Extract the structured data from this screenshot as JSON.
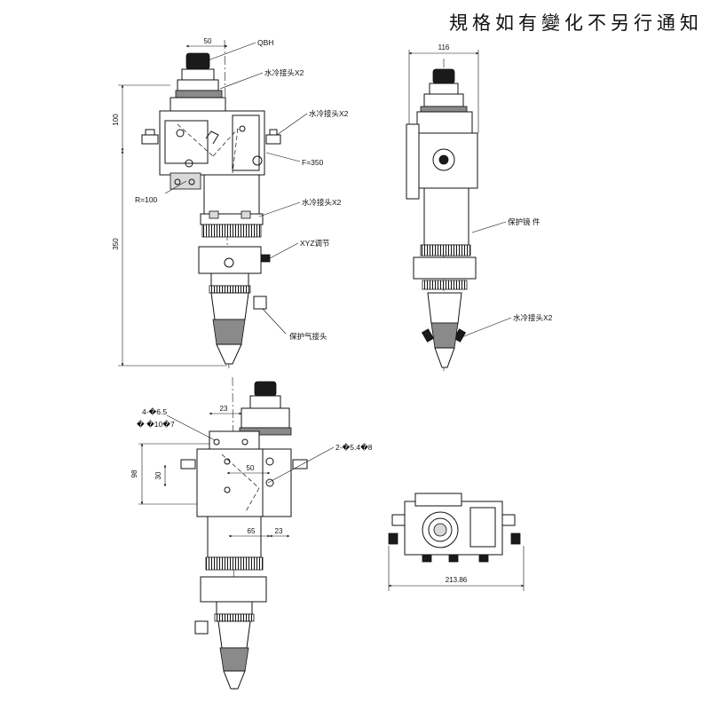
{
  "notice": "規格如有變化不另行通知",
  "view_front": {
    "dims": {
      "width_top": "50",
      "height_top": "100",
      "height_total": "350"
    },
    "labels": {
      "qbh": "QBH",
      "water_1": "水冷接头X2",
      "water_2": "水冷接头X2",
      "focal": "F=350",
      "radius": "R=100",
      "water_3": "水冷接头X2",
      "xyz": "XYZ调节",
      "gas": "保护气接头"
    }
  },
  "view_side": {
    "dims": {
      "width": "116"
    },
    "labels": {
      "mirror": "保护镜 件",
      "water": "水冷接头X2"
    }
  },
  "view_mount": {
    "dims": {
      "d_23_top": "23",
      "d_98": "98",
      "d_30": "30",
      "d_50": "50",
      "d_65": "65",
      "d_23_bottom": "23"
    },
    "labels": {
      "holes_a": "4-�6.5",
      "holes_b": "� �10�7",
      "holes_c": "2-�5.4�8"
    }
  },
  "view_bottom": {
    "dims": {
      "width": "213.86"
    }
  }
}
